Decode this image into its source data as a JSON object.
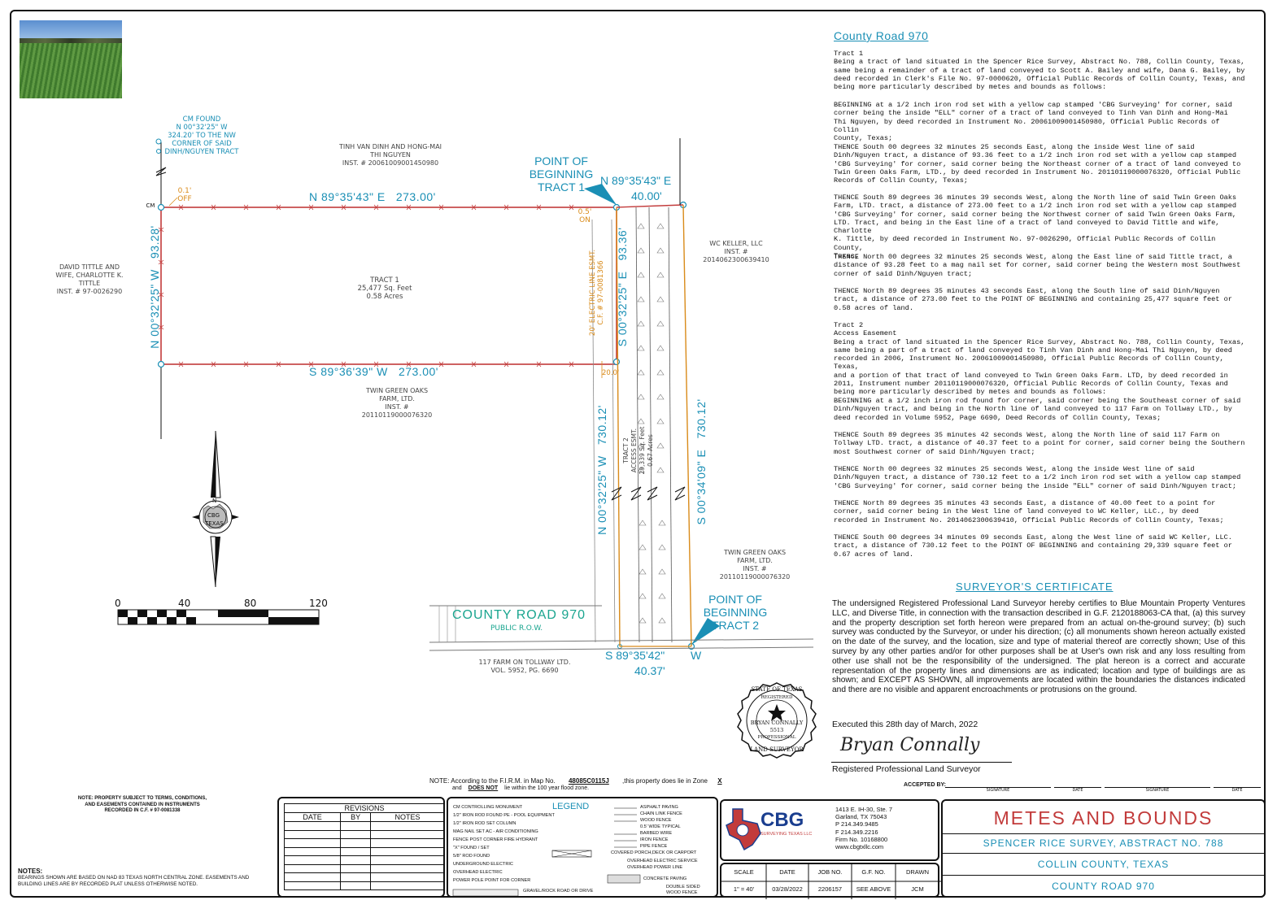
{
  "plat": {
    "cm_found": [
      "CM FOUND",
      "N 00°32'25\" W",
      "324.20' TO THE NW",
      "CORNER OF SAID",
      "DINH/NGUYEN TRACT"
    ],
    "off_note": [
      "0.1'",
      "OFF"
    ],
    "on_note": [
      "0.5'",
      "ON"
    ],
    "cm_label": "CM",
    "owner_north": [
      "TINH VAN DINH AND HONG-MAI",
      "THI NGUYEN",
      "INST. # 20061009001450980"
    ],
    "owner_west": [
      "DAVID TITTLE AND",
      "WIFE, CHARLOTTE K.",
      "TITTLE",
      "INST. # 97-0026290"
    ],
    "owner_east": [
      "WC KELLER, LLC",
      "INST. #",
      "2014062300639410"
    ],
    "owner_south_mid": [
      "TWIN GREEN OAKS",
      "FARM, LTD.",
      "INST. #",
      "20110119000076320"
    ],
    "owner_south_right": [
      "TWIN GREEN OAKS",
      "FARM, LTD.",
      "INST. #",
      "20110119000076320"
    ],
    "owner_bottom": [
      "117 FARM ON TOLLWAY LTD.",
      "VOL. 5952, PG. 6690"
    ],
    "tract1": [
      "TRACT 1",
      "25,477 Sq. Feet",
      "0.58 Acres"
    ],
    "tract2": [
      "TRACT 2",
      "ACCESS ESMT.",
      "29,339 Sq. Feet",
      "0.67 Acres"
    ],
    "pob1": [
      "POINT OF",
      "BEGINNING",
      "TRACT 1"
    ],
    "pob2": [
      "POINT OF",
      "BEGINNING",
      "TRACT 2"
    ],
    "bearing_north": "N 89°35'43\" E   273.00'",
    "bearing_south": "S 89°36'39\" W   273.00'",
    "bearing_west": "N 00°32'25\" W   93.28'",
    "bearing_east1": "S 00°32'25\" E   93.36'",
    "bearing_ne_a": "N 89°35'43\" E",
    "bearing_ne_b": "40.00'",
    "bearing_inner_w": "N 00°32'25\" W   730.12'",
    "bearing_outer_e": "S 00°34'09\" E   730.12'",
    "bearing_bottom_a": "S 89°35'42\"",
    "bearing_bottom_w": "W",
    "bearing_bottom_b": "40.37'",
    "electric_esmt": [
      "20' ELECTRIC LINE ESMT.",
      "C.F. # 97-0081366"
    ],
    "width_20": "20.0'",
    "road_name": "COUNTY ROAD 970",
    "road_row": "PUBLIC R.O.W.",
    "scale_labels": [
      "0",
      "40",
      "80",
      "120"
    ],
    "compass_label": [
      "N",
      "CBG",
      "TEXAS"
    ]
  },
  "description": {
    "title": "County Road 970",
    "paragraphs": [
      "Tract 1\nBeing a tract of land situated in the Spencer Rice Survey, Abstract No. 788, Collin County, Texas,\nsame being a remainder of a tract of land conveyed to Scott A. Bailey and wife, Dana G. Bailey, by\ndeed recorded in Clerk's File No. 97-0000620, Official Public Records of Collin County, Texas, and\nbeing more particularly described by metes and bounds as follows:",
      "BEGINNING at a 1/2 inch iron rod set with a yellow cap stamped 'CBG Surveying' for corner, said\ncorner being the inside \"ELL\" corner of a tract of land conveyed to Tinh Van Dinh and Hong-Mai\nThi Nguyen, by deed recorded in Instrument No. 20061009001450980, Official Public Records of Collin\nCounty, Texas;",
      "THENCE South 00 degrees 32 minutes 25 seconds East, along the inside West line of said\nDinh/Nguyen tract, a distance of 93.36 feet to a 1/2 inch iron rod set with a yellow cap stamped\n'CBG Surveying' for corner, said corner being the Northeast corner of a tract of land conveyed to\nTwin Green Oaks Farm, LTD., by deed recorded in Instrument No. 20110119000076320, Official Public\nRecords of Collin County, Texas;",
      "THENCE South 89 degrees 36 minutes 39 seconds West, along the North line of said Twin Green Oaks\nFarm, LTD. tract, a distance of 273.00 feet to a 1/2 inch iron rod set with a yellow cap stamped\n'CBG Surveying' for corner, said corner being the Northwest corner of said Twin Green Oaks Farm,\nLTD. Tract, and being in the East line of a tract of land conveyed to David Tittle and wife, Charlotte\nK. Tittle, by deed recorded in Instrument No. 97-0026290, Official Public Records of Collin County,\nTexas;",
      "THENCE North 00 degrees 32 minutes 25 seconds West, along the East line of said Tittle tract, a\ndistance of 93.28 feet to a mag nail set for corner, said corner being the Western most Southwest\ncorner of said Dinh/Nguyen tract;",
      "THENCE North 89 degrees 35 minutes 43 seconds East, along the South line of said Dinh/Nguyen\ntract, a distance of 273.00 feet to the POINT OF BEGINNING and containing 25,477 square feet or\n0.58 acres of land.",
      "Tract 2\nAccess Easement\nBeing a tract of land situated in the Spencer Rice Survey, Abstract No. 788, Collin County, Texas,\nsame being a part of a tract of land conveyed to Tinh Van Dinh and Hong-Mai Thi Nguyen, by deed\nrecorded in 2006, Instrument No. 20061009001450980, Official Public Records of Collin County, Texas,\nand a portion of that tract of land conveyed to Twin Green Oaks Farm. LTD, by deed recorded in\n2011, Instrument number 20110119000076320, Official Public Records of Collin County, Texas and\nbeing more particularly described by metes and bounds as follows:",
      "BEGINNING at a 1/2 inch iron rod found for corner, said corner being the Southeast corner of said\nDinh/Nguyen tract, and being in the North line of land conveyed to 117 Farm on Tollway LTD., by\ndeed recorded in Volume 5952, Page 6690, Deed Records of Collin County, Texas;",
      "THENCE South 89 degrees 35 minutes 42 seconds West, along the North line of said 117 Farm on\nTollway LTD. tract, a distance of 40.37 feet to a point for corner, said corner being the Southern\nmost Southwest corner of said Dinh/Nguyen tract;",
      "THENCE North 00 degrees 32 minutes 25 seconds West, along the inside West line of said\nDinh/Nguyen tract, a distance of 730.12 feet to a 1/2 inch iron rod set with a yellow cap stamped\n'CBG Surveying' for corner, said corner being the inside \"ELL\" corner of said Dinh/Nguyen tract;",
      "THENCE North 89 degrees 35 minutes 43 seconds East, a distance of 40.00 feet to a point for\ncorner, said corner being in the West line of land conveyed to WC Keller, LLC., by deed\nrecorded in Instrument No. 2014062300639410, Official Public Records of Collin County, Texas;",
      "THENCE South 00 degrees 34 minutes 09 seconds East, along the West line of said WC Keller, LLC.\ntract, a distance of 730.12 feet to the POINT OF BEGINNING and containing 29,339 square feet or\n0.67 acres of land."
    ]
  },
  "certificate": {
    "title": "SURVEYOR'S CERTIFICATE",
    "body": "The undersigned Registered Professional Land Surveyor hereby certifies to Blue Mountain Property Ventures LLC, and Diverse Title, in connection with the transaction described in G.F. 2120188063-CA that, (a) this survey and the property description set forth hereon were prepared from an actual on-the-ground survey; (b) such survey was conducted by the Surveyor, or under his direction; (c) all monuments shown hereon actually existed on the date of the survey, and the location, size and type of material thereof are correctly shown; Use of this survey by any other parties and/or for other purposes shall be at User's own risk and any loss resulting from other use shall not be the responsibility of the undersigned. The plat hereon is a correct and accurate representation of the property lines and dimensions are as indicated; location and type of buildings are as shown; and EXCEPT AS SHOWN, all improvements are located within the boundaries the distances indicated and there are no visible and apparent encroachments or protrusions on the ground.",
    "executed": "Executed this 28th day of March, 2022",
    "signature": "Bryan Connally",
    "role": "Registered Professional Land Surveyor",
    "seal_top": "STATE OF TEXAS",
    "seal_mid": "REGISTERED",
    "seal_name": "BRYAN CONNALLY",
    "seal_num": "5513",
    "seal_prof": "PROFESSIONAL",
    "seal_bottom": "LAND SURVEYOR",
    "accepted_by": "ACCEPTED BY:",
    "sig_labels": [
      "SIGNATURE",
      "DATE",
      "SIGNATURE",
      "DATE"
    ]
  },
  "flood": {
    "line1_a": "NOTE: According to the F.I.R.M. in Map No.",
    "map_no": "48085C0115J",
    "line1_b": ",this property does lie in Zone",
    "zone": "X",
    "line2_a": "and",
    "does_not": "DOES NOT",
    "line2_b": "lie within the 100 year flood zone."
  },
  "notes": {
    "subject": "NOTE: PROPERTY SUBJECT TO TERMS, CONDITIONS, AND EASEMENTS CONTAINED IN INSTRUMENTS RECORDED IN C.F. # 97-0081338",
    "title": "NOTES:",
    "body": "BEARINGS SHOWN ARE BASED ON NAD 83 TEXAS NORTH CENTRAL ZONE. EASEMENTS AND BUILDING LINES ARE BY RECORDED PLAT UNLESS OTHERWISE NOTED."
  },
  "revisions": {
    "title": "REVISIONS",
    "columns": [
      "DATE",
      "BY",
      "NOTES"
    ]
  },
  "legend": {
    "title": "LEGEND",
    "left": [
      "CM   CONTROLLING MONUMENT",
      "1/2\" IRON ROD FOUND   PE - POOL EQUIPMENT",
      "1/2\" IRON ROD SET          COLUMN",
      "MAG NAIL SET    AC - AIR CONDITIONING",
      "FENCE POST CORNER        FIRE HYDRANT",
      "\"X\" FOUND / SET",
      "5/8\" ROD FOUND",
      "UNDERGROUND ELECTRIC",
      "OVERHEAD ELECTRIC",
      "POWER POLE     POINT FOR CORNER"
    ],
    "right": [
      "ASPHALT PAVING",
      "CHAIN LINK FENCE",
      "WOOD FENCE",
      "0.5' WIDE TYPICAL",
      "BARBED WIRE",
      "IRON FENCE",
      "PIPE FENCE",
      "COVERED PORCH,DECK OR CARPORT",
      "OVERHEAD ELECTRIC SERVICE",
      "OVERHEAD POWER LINE",
      "CONCRETE PAVING",
      "DOUBLE SIDED",
      "WOOD FENCE"
    ],
    "gravel": "GRAVEL/ROCK ROAD OR DRIVE"
  },
  "company": {
    "logo": "CBG",
    "logo_sub": "SURVEYING TEXAS LLC",
    "address": [
      "1413 E. IH-30, Ste. 7",
      "Garland, TX 75043",
      "P 214.349.9485",
      "F 214.349.2216",
      "Firm No. 10168800",
      "www.cbgtxllc.com"
    ]
  },
  "job": {
    "headers": [
      "SCALE",
      "DATE",
      "JOB NO.",
      "G.F. NO.",
      "DRAWN"
    ],
    "values": [
      "1\" = 40'",
      "03/28/2022",
      "2206157",
      "SEE ABOVE",
      "JCM"
    ]
  },
  "titleblock": {
    "title": "METES AND BOUNDS",
    "line1": "SPENCER RICE SURVEY, ABSTRACT NO. 788",
    "line2": "COLLIN COUNTY, TEXAS",
    "line3": "COUNTY ROAD 970"
  }
}
